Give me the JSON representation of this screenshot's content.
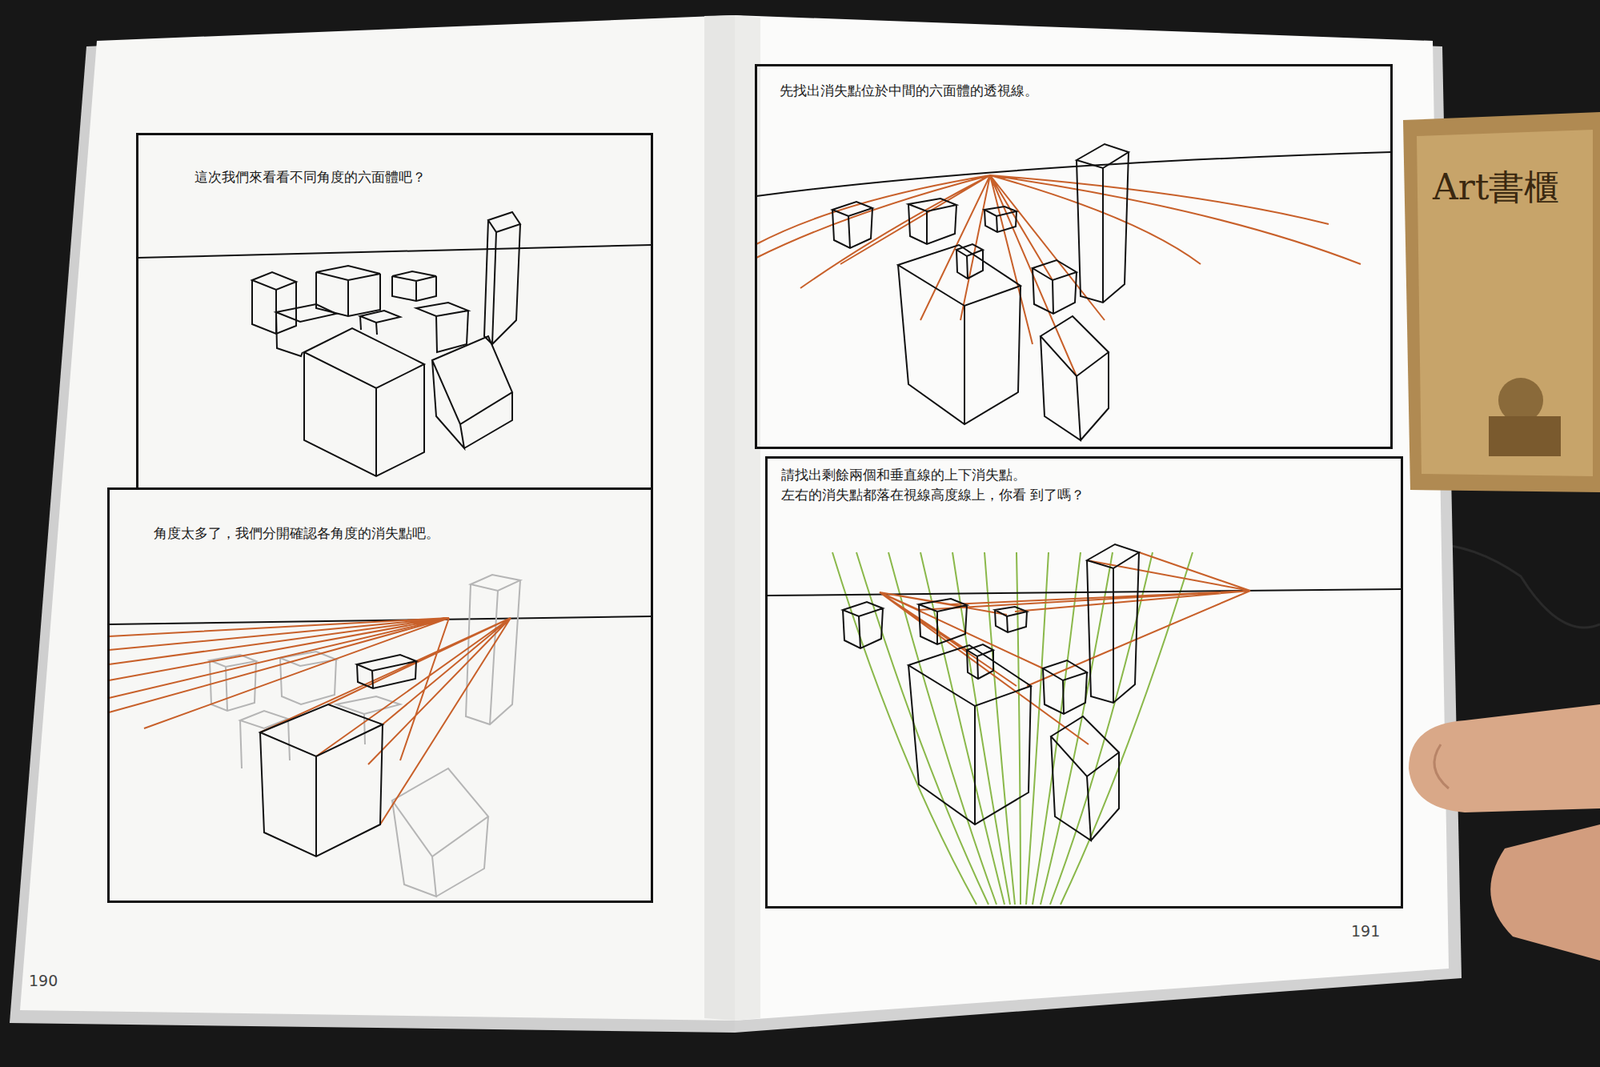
{
  "diagram": {
    "nodes": [
      {
        "text": [
          "這次我們來看看不同角度的六面體吧？"
        ]
      },
      {
        "text": [
          "角度太多了，我們分開確認各角度的消失點吧。"
        ]
      },
      {
        "text": [
          "先找出消失點位於中間的六面體的透視線。"
        ]
      },
      {
        "text": [
          "請找出剩餘兩個和垂直線的上下消失點。",
          "左右的消失點都落在視線高度線上，你看 到了嗎？"
        ]
      }
    ],
    "labels": [
      "190",
      "191",
      "Art書櫃"
    ]
  }
}
